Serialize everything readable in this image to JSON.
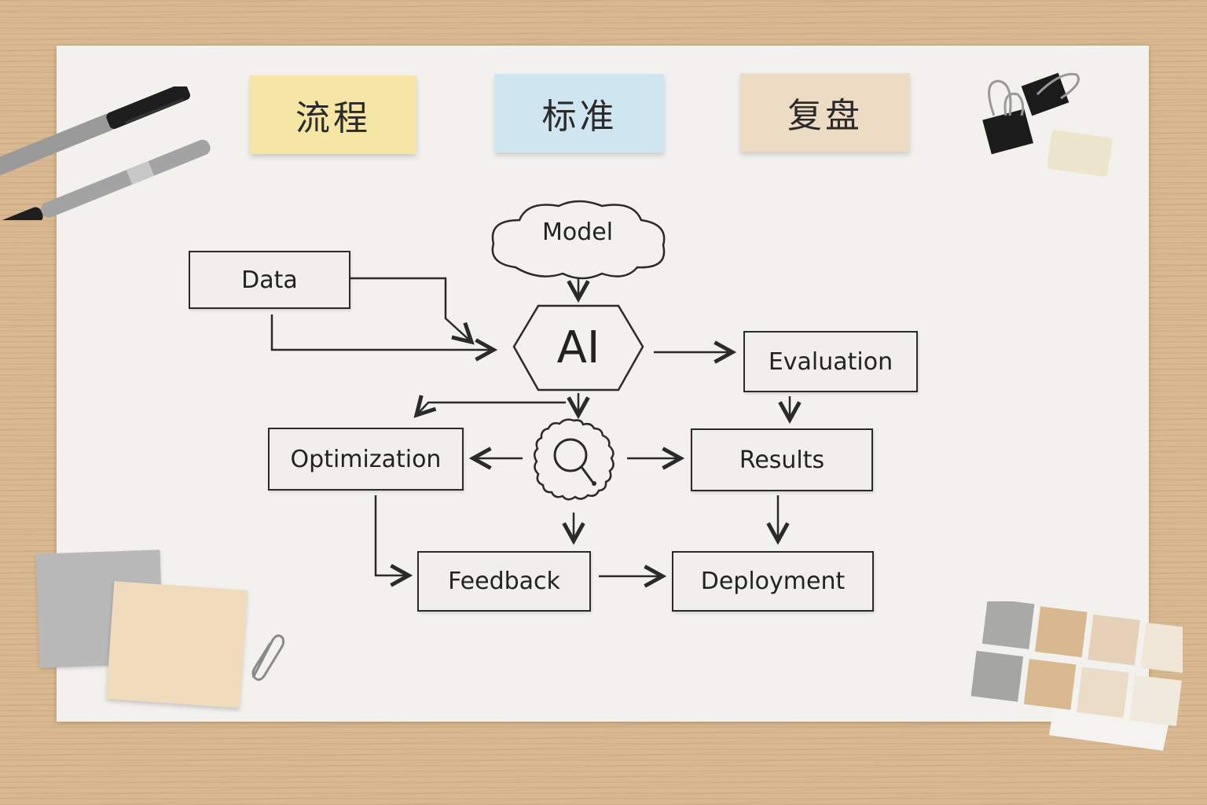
{
  "sticky_notes": [
    {
      "text": "流程",
      "color": "#f5e6a6"
    },
    {
      "text": "标准",
      "color": "#cfe5ef"
    },
    {
      "text": "复盘",
      "color": "#ecdcc4"
    }
  ],
  "diagram": {
    "nodes": {
      "data": "Data",
      "model": "Model",
      "ai": "AI",
      "evaluation": "Evaluation",
      "optimization": "Optimization",
      "results": "Results",
      "feedback": "Feedback",
      "deployment": "Deployment"
    },
    "center_icon": "gear-magnifier-icon",
    "edges": [
      [
        "Data",
        "AI"
      ],
      [
        "Data",
        "AI"
      ],
      [
        "Model",
        "AI"
      ],
      [
        "AI",
        "Evaluation"
      ],
      [
        "AI",
        "Optimization"
      ],
      [
        "AI",
        "Gear"
      ],
      [
        "Evaluation",
        "Results"
      ],
      [
        "Gear",
        "Optimization"
      ],
      [
        "Gear",
        "Results"
      ],
      [
        "Gear",
        "Feedback"
      ],
      [
        "Optimization",
        "Feedback"
      ],
      [
        "Results",
        "Deployment"
      ],
      [
        "Feedback",
        "Deployment"
      ]
    ]
  },
  "colors": {
    "wood": "#d9b991",
    "paper": "#f2f1ee",
    "ink": "#2a2a2a"
  }
}
